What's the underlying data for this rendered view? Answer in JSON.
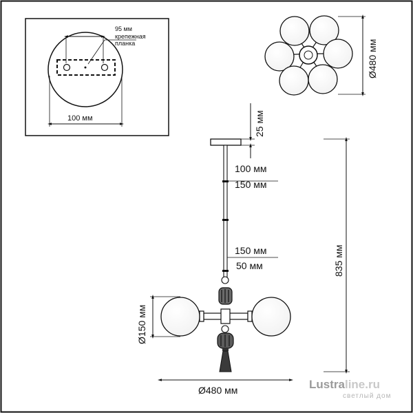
{
  "mounting_detail": {
    "bracket_label": "крепежная\nпланка",
    "bracket_label_line1": "крепежная",
    "bracket_label_line2": "планка",
    "hole_spacing": "95 мм",
    "plate_diameter": "100 мм"
  },
  "top_view": {
    "diameter": "Ø480 мм",
    "globe_count": 6
  },
  "front_view": {
    "canopy_height": "25 мм",
    "rod_top": [
      "100 мм",
      "150 мм"
    ],
    "rod_bottom": [
      "150 мм",
      "50 мм"
    ],
    "total_height": "835 мм",
    "globe_diameter": "Ø150 мм",
    "width": "Ø480 мм"
  },
  "watermark": {
    "brand_a": "Lustra",
    "brand_b": "line.ru",
    "tagline": "светлый дом",
    "colors": {
      "brand_a": "#9a9a9a",
      "brand_b": "#c9c9c9"
    }
  }
}
